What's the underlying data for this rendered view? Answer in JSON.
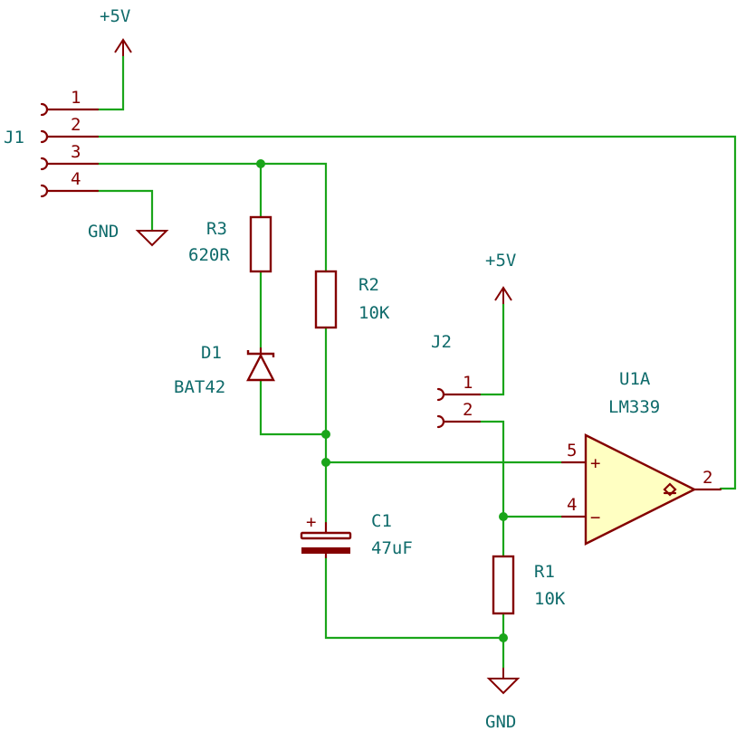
{
  "power": {
    "top_label": "+5V",
    "mid_label": "+5V",
    "gnd_left": "GND",
    "gnd_bottom": "GND"
  },
  "j1": {
    "ref": "J1",
    "pins": [
      "1",
      "2",
      "3",
      "4"
    ]
  },
  "j2": {
    "ref": "J2",
    "pins": [
      "1",
      "2"
    ]
  },
  "r1": {
    "ref": "R1",
    "value": "10K"
  },
  "r2": {
    "ref": "R2",
    "value": "10K"
  },
  "r3": {
    "ref": "R3",
    "value": "620R"
  },
  "d1": {
    "ref": "D1",
    "value": "BAT42"
  },
  "c1": {
    "ref": "C1",
    "value": "47uF",
    "polarity": "+"
  },
  "u1": {
    "ref": "U1A",
    "value": "LM339",
    "pin_plus": "5",
    "pin_minus": "4",
    "pin_out": "2",
    "plus_sign": "+",
    "minus_sign": "−"
  },
  "colors": {
    "wire": "#1aa51a",
    "component": "#840000",
    "opamp_fill": "#ffffc2",
    "label": "#0f6b6b"
  }
}
